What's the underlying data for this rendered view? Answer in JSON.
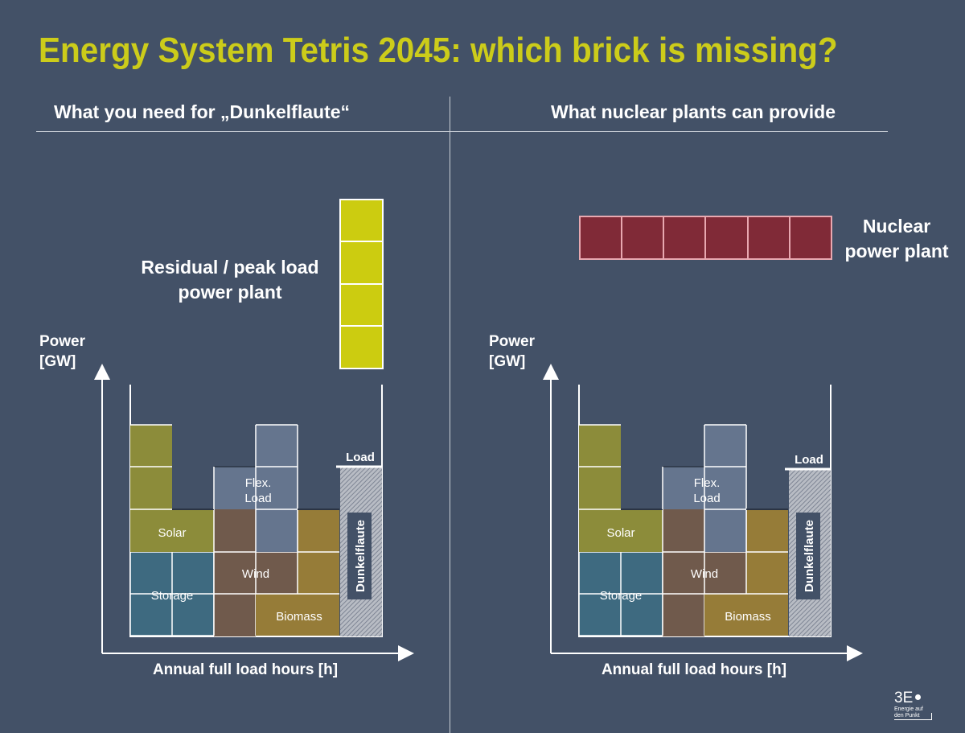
{
  "title": "Energy System Tetris 2045: which brick is missing?",
  "left": {
    "heading": "What you need for „Dunkelflaute“",
    "brick_label_line1": "Residual / peak load",
    "brick_label_line2": "power plant"
  },
  "right": {
    "heading": "What nuclear plants can provide",
    "brick_label_line1": "Nuclear",
    "brick_label_line2": "power plant"
  },
  "chart": {
    "y_label_line1": "Power",
    "y_label_line2": "[GW]",
    "x_label": "Annual full load hours [h]",
    "blocks": {
      "solar": "Solar",
      "storage": "Storage",
      "wind": "Wind",
      "biomass": "Biomass",
      "flex_line1": "Flex.",
      "flex_line2": "Load",
      "dunkelflaute": "Dunkelflaute",
      "load": "Load"
    }
  },
  "colors": {
    "background": "#435167",
    "title": "#cccc1a",
    "solar": "#8c8c3a",
    "storage": "#3e6a80",
    "wind": "#705a4c",
    "biomass": "#967c38",
    "flex_load": "#65758e",
    "residual_brick": "#cccc10",
    "nuclear_brick": "#802a37"
  },
  "logo": {
    "main": "3E",
    "line1": "Energie auf",
    "line2": "den Punkt"
  }
}
